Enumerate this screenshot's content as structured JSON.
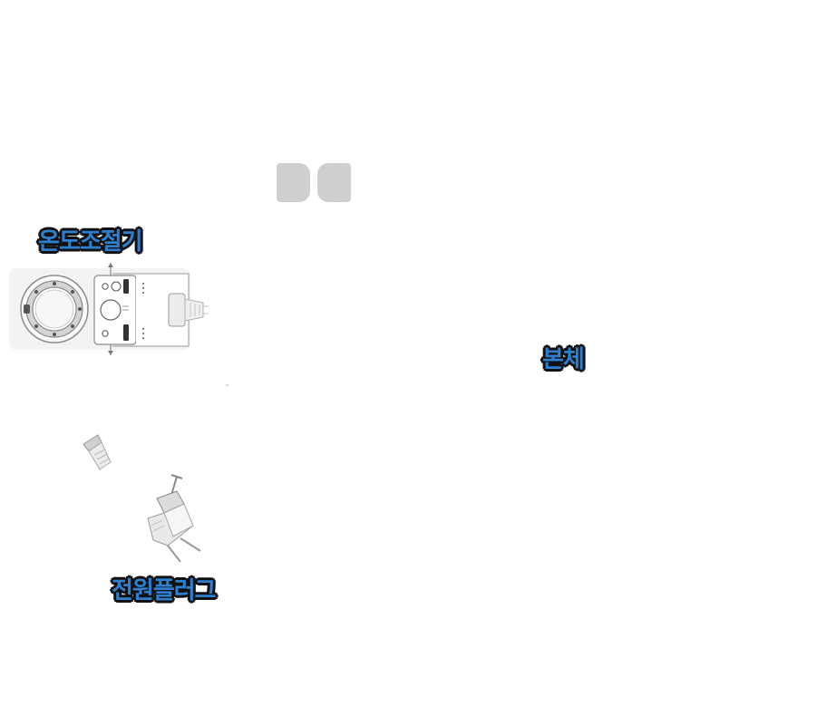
{
  "labels": {
    "thermostat": "온도조절기",
    "body": "본체",
    "power_plug": "전원플러그"
  },
  "icons": {
    "thermostat_device": "thermostat-device-illustration",
    "small_plug": "small-connector-illustration",
    "power_plug": "power-plug-illustration"
  },
  "colors": {
    "label_fill": "#2d7fd0",
    "label_outline": "#111111",
    "placeholder_gray": "#cfcfcf",
    "line_art": "#9a9a9a"
  }
}
